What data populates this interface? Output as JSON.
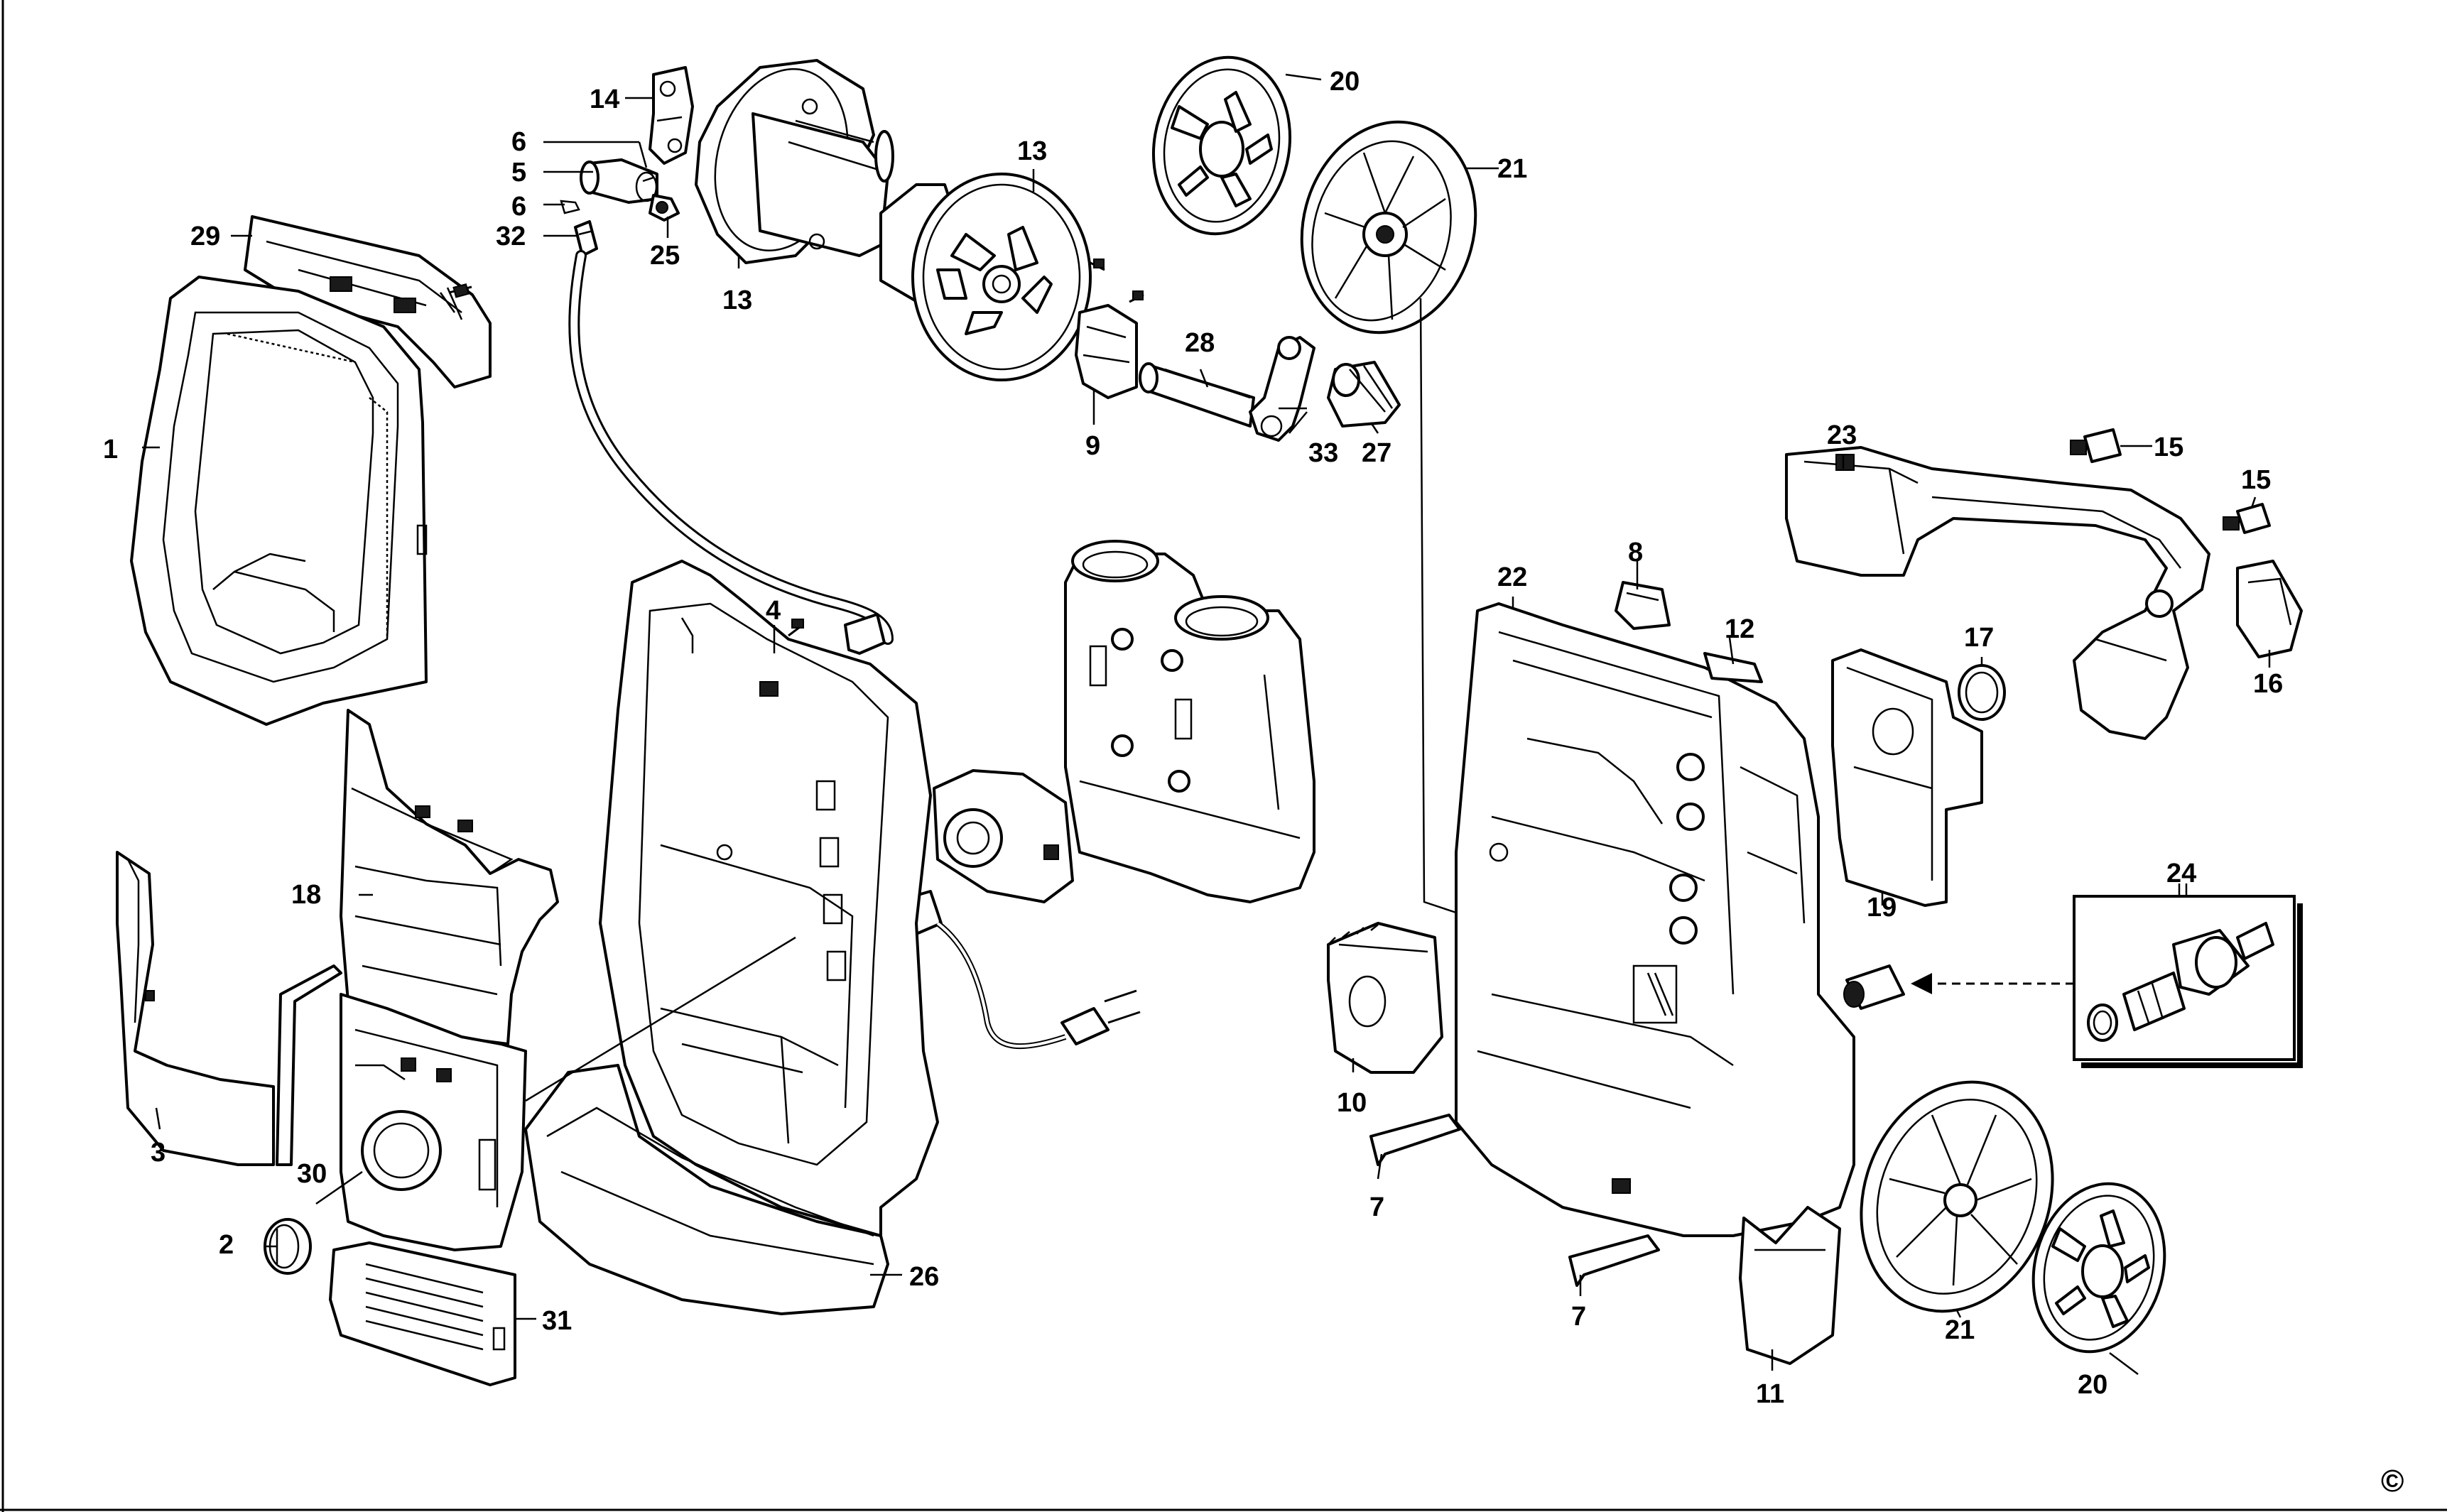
{
  "diagram": {
    "copyright_mark": "©",
    "labels": [
      {
        "id": "label-1",
        "text": "1"
      },
      {
        "id": "label-2",
        "text": "2"
      },
      {
        "id": "label-3",
        "text": "3"
      },
      {
        "id": "label-4",
        "text": "4"
      },
      {
        "id": "label-5",
        "text": "5"
      },
      {
        "id": "label-6a",
        "text": "6"
      },
      {
        "id": "label-6b",
        "text": "6"
      },
      {
        "id": "label-7a",
        "text": "7"
      },
      {
        "id": "label-7b",
        "text": "7"
      },
      {
        "id": "label-8",
        "text": "8"
      },
      {
        "id": "label-9",
        "text": "9"
      },
      {
        "id": "label-10",
        "text": "10"
      },
      {
        "id": "label-11",
        "text": "11"
      },
      {
        "id": "label-12",
        "text": "12"
      },
      {
        "id": "label-13a",
        "text": "13"
      },
      {
        "id": "label-13b",
        "text": "13"
      },
      {
        "id": "label-14",
        "text": "14"
      },
      {
        "id": "label-15a",
        "text": "15"
      },
      {
        "id": "label-15b",
        "text": "15"
      },
      {
        "id": "label-16",
        "text": "16"
      },
      {
        "id": "label-17",
        "text": "17"
      },
      {
        "id": "label-18",
        "text": "18"
      },
      {
        "id": "label-19",
        "text": "19"
      },
      {
        "id": "label-20a",
        "text": "20"
      },
      {
        "id": "label-20b",
        "text": "20"
      },
      {
        "id": "label-21a",
        "text": "21"
      },
      {
        "id": "label-21b",
        "text": "21"
      },
      {
        "id": "label-22",
        "text": "22"
      },
      {
        "id": "label-23",
        "text": "23"
      },
      {
        "id": "label-24",
        "text": "24"
      },
      {
        "id": "label-25",
        "text": "25"
      },
      {
        "id": "label-26",
        "text": "26"
      },
      {
        "id": "label-27",
        "text": "27"
      },
      {
        "id": "label-28",
        "text": "28"
      },
      {
        "id": "label-29",
        "text": "29"
      },
      {
        "id": "label-30",
        "text": "30"
      },
      {
        "id": "label-31",
        "text": "31"
      },
      {
        "id": "label-32",
        "text": "32"
      },
      {
        "id": "label-33",
        "text": "33"
      }
    ]
  }
}
